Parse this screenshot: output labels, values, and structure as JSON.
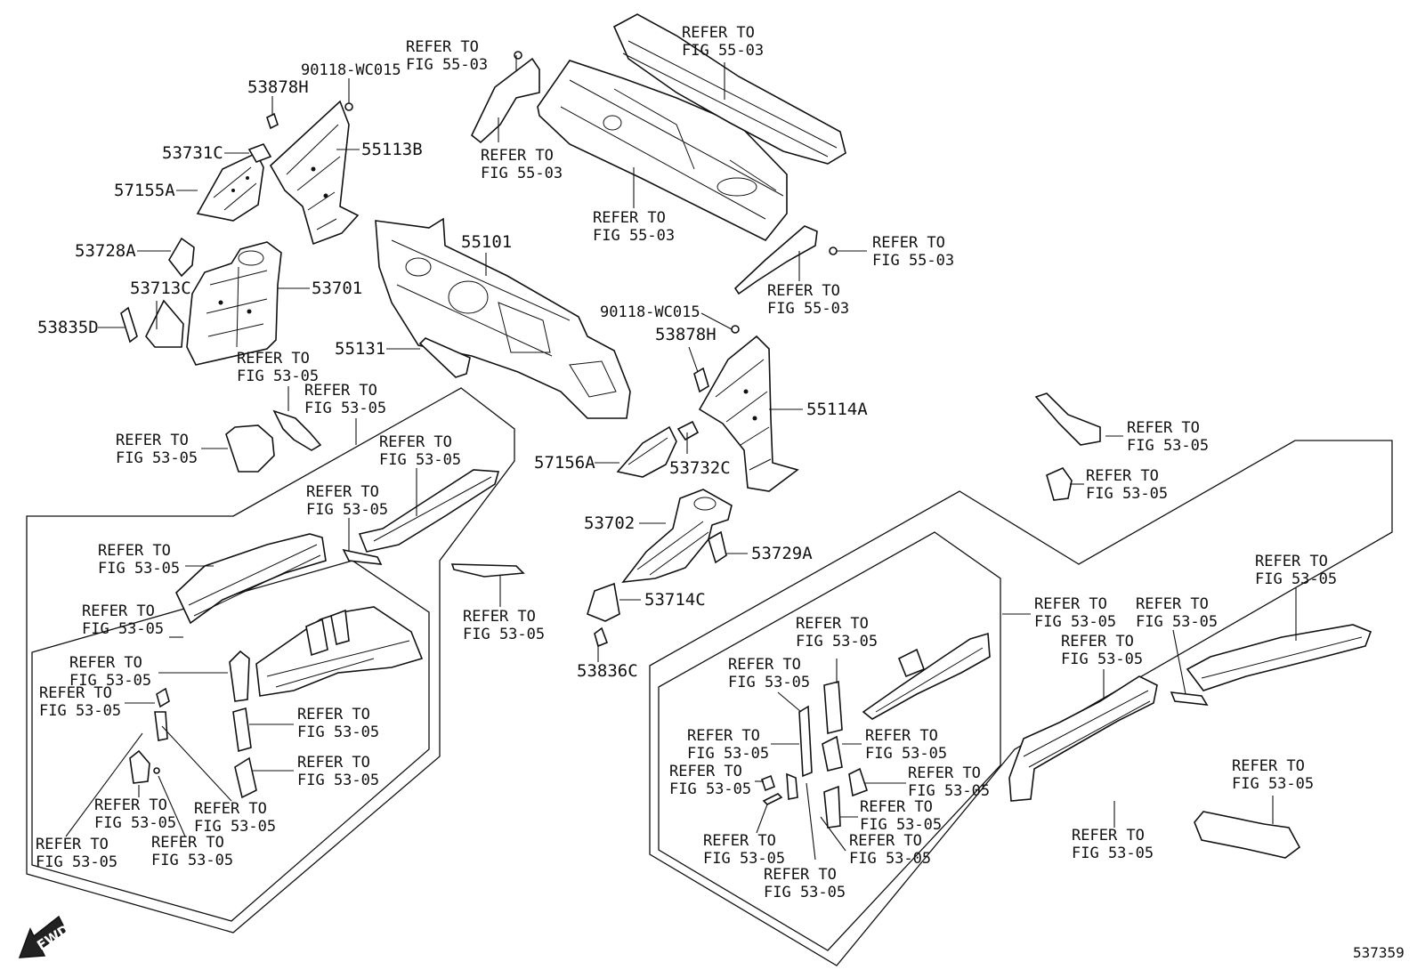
{
  "parts": {
    "p53878H_a": "53878H",
    "p90118_a": "90118-WC015",
    "p53731C": "53731C",
    "p55113B": "55113B",
    "p57155A": "57155A",
    "p53728A": "53728A",
    "p53713C": "53713C",
    "p53701": "53701",
    "p53835D": "53835D",
    "p55101": "55101",
    "p55131": "55131",
    "p90118_b": "90118-WC015",
    "p53878H_b": "53878H",
    "p55114A": "55114A",
    "p57156A": "57156A",
    "p53732C": "53732C",
    "p53702": "53702",
    "p53729A": "53729A",
    "p53714C": "53714C",
    "p53836C": "53836C"
  },
  "refer": {
    "line1": "REFER TO",
    "fig_55_03": "FIG 55-03",
    "fig_53_05": "FIG 53-05"
  },
  "fwd_label": "FWD",
  "figure_number": "537359"
}
